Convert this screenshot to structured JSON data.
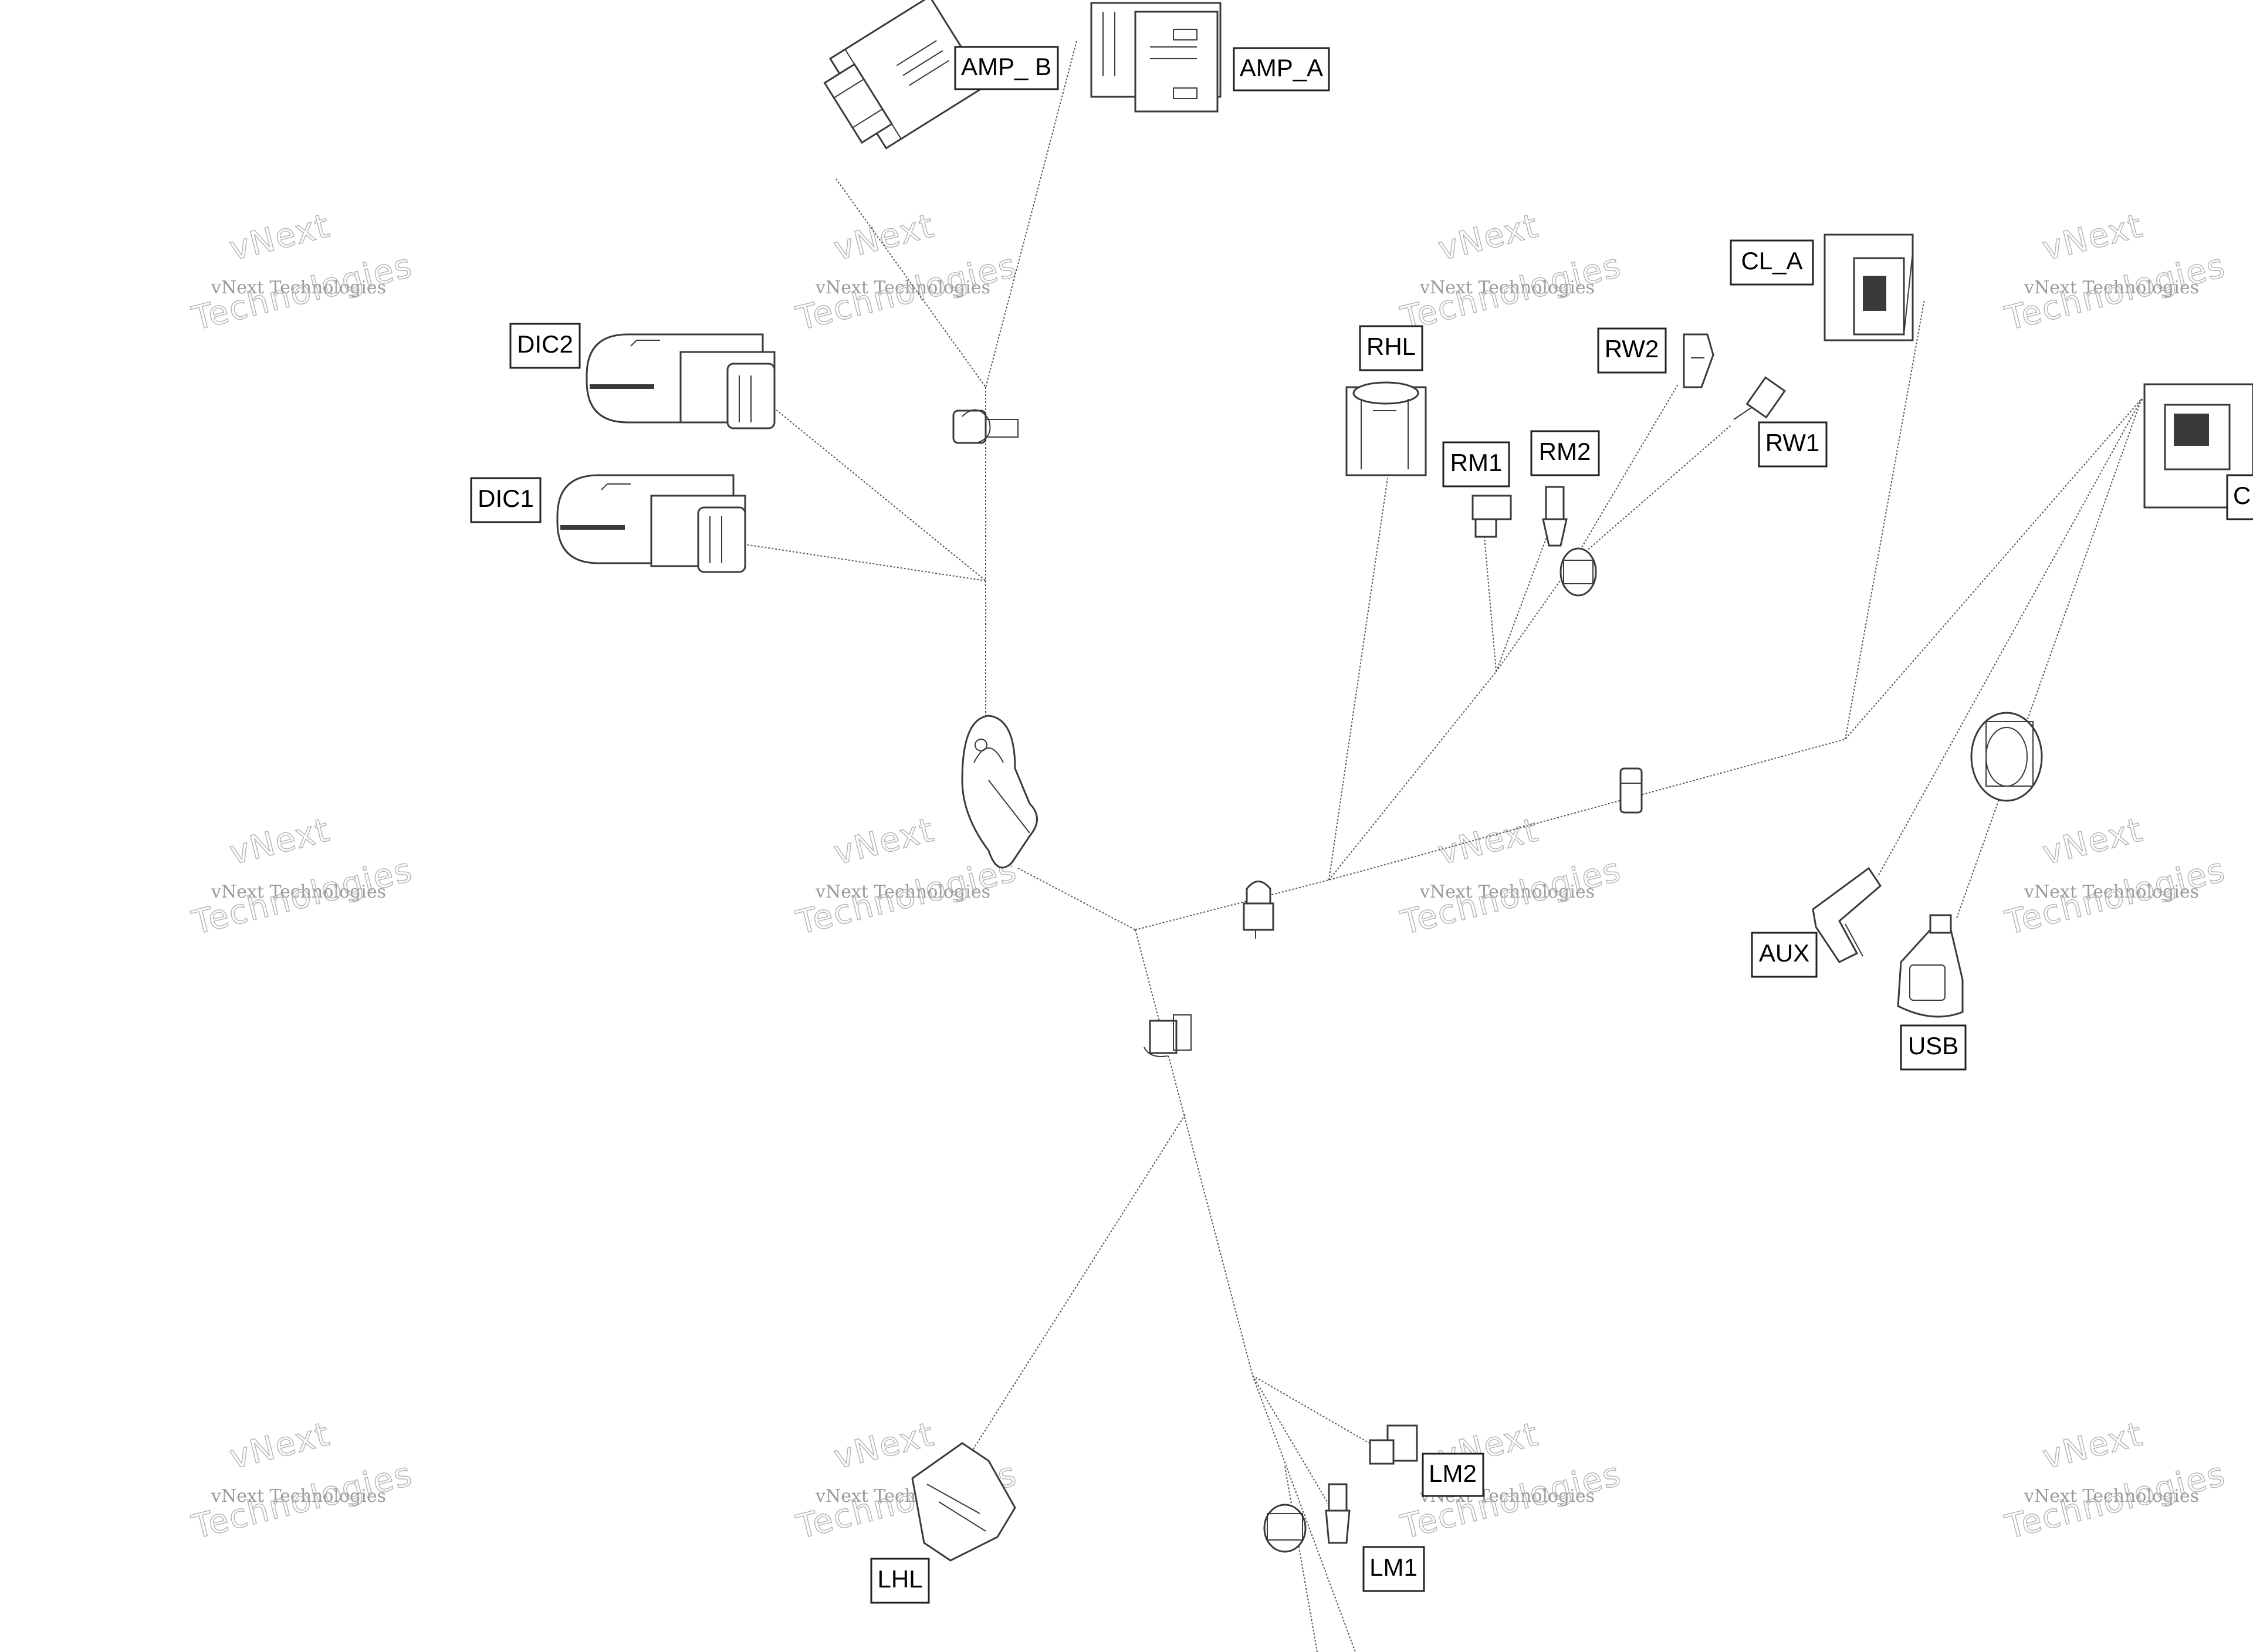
{
  "connectors": {
    "amp_b": "AMP_ B",
    "amp_a": "AMP_A",
    "dic2": "DIC2",
    "dic1": "DIC1",
    "rhl": "RHL",
    "rw2": "RW2",
    "cl_a": "CL_A",
    "rm1": "RM1",
    "rm2": "RM2",
    "rw1": "RW1",
    "c_cut": "C",
    "aux": "AUX",
    "usb": "USB",
    "lm2": "LM2",
    "lm1": "LM1",
    "lhl": "LHL"
  },
  "watermark": {
    "line1": "vNext Technologies",
    "line2": "vNext",
    "line3": "Technologies"
  },
  "colors": {
    "line": "#3a3a3a",
    "wire": "#555555",
    "watermark": "#b5b5b5",
    "background": "#ffffff"
  }
}
